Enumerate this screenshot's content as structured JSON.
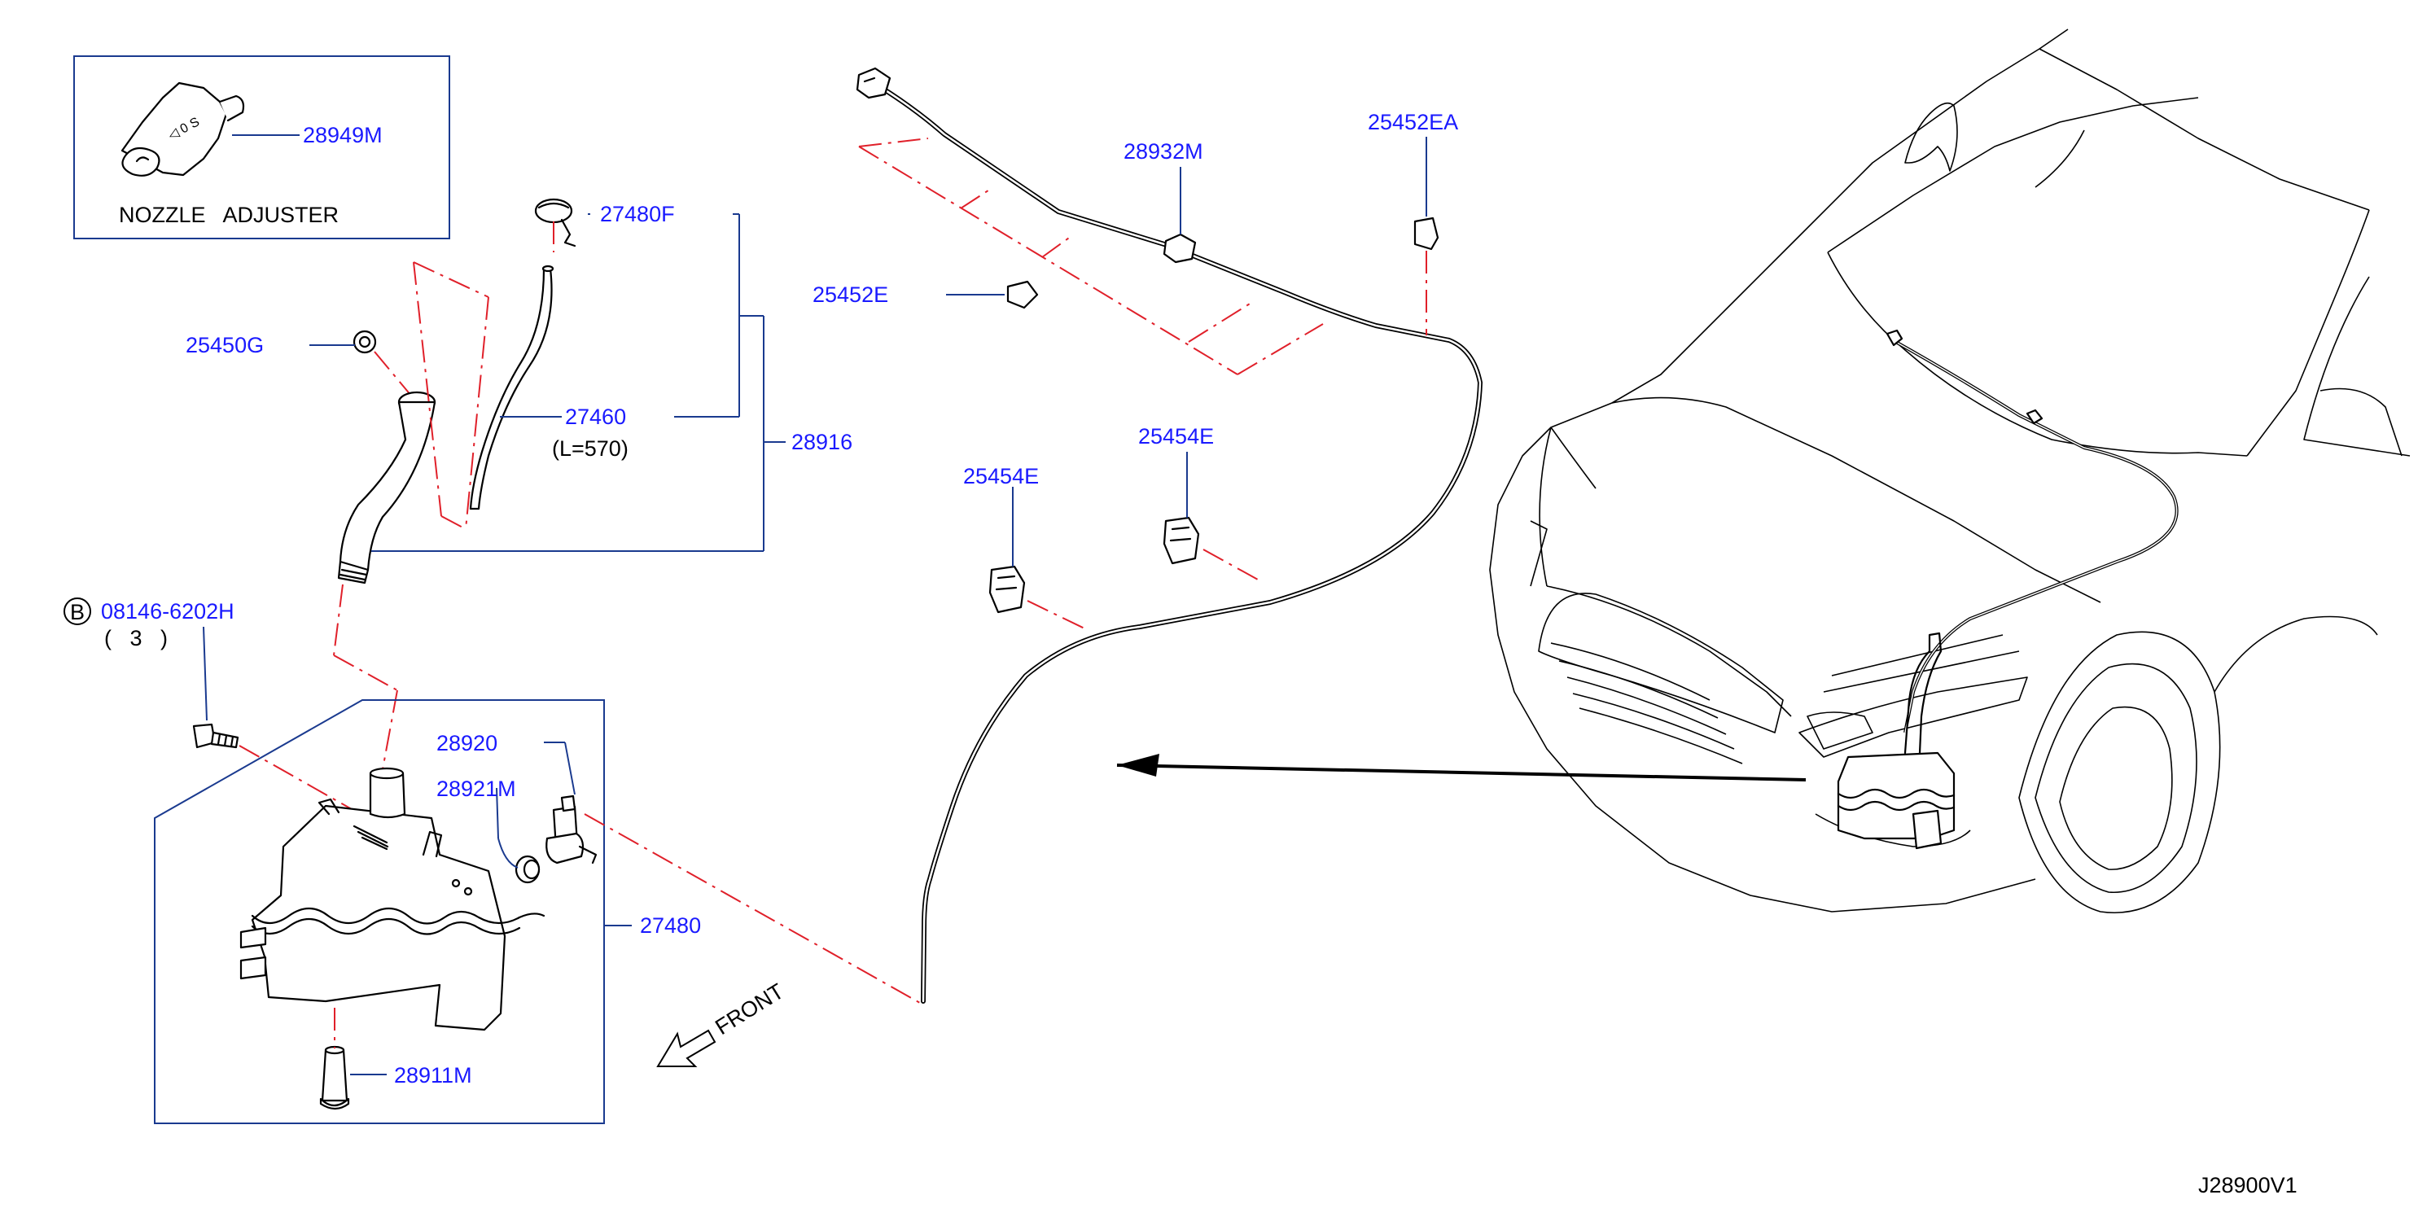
{
  "diagram_code": "J28900V1",
  "inset": {
    "part": "28949M",
    "caption": "NOZZLE   ADJUSTER"
  },
  "labels": {
    "p27480F": "27480F",
    "p25450G": "25450G",
    "p27460": "27460",
    "p27460_len": "(L=570)",
    "p28916": "28916",
    "p28932M": "28932M",
    "p25452EA": "25452EA",
    "p25452E": "25452E",
    "p25454E_a": "25454E",
    "p25454E_b": "25454E",
    "p08146": "08146-6202H",
    "p08146_qty": "(   3   )",
    "bolt_marker": "B",
    "p28920": "28920",
    "p28921M": "28921M",
    "p27480": "27480",
    "p28911M": "28911M",
    "front": "FRONT"
  },
  "colors": {
    "part_number": "#1a1aff",
    "leader": "#1a3a8f",
    "phantom_line": "#e0202a",
    "linework": "#000000"
  },
  "icons": [
    "front-arrow-icon",
    "bolt-marker-icon",
    "view-arrow-icon"
  ]
}
